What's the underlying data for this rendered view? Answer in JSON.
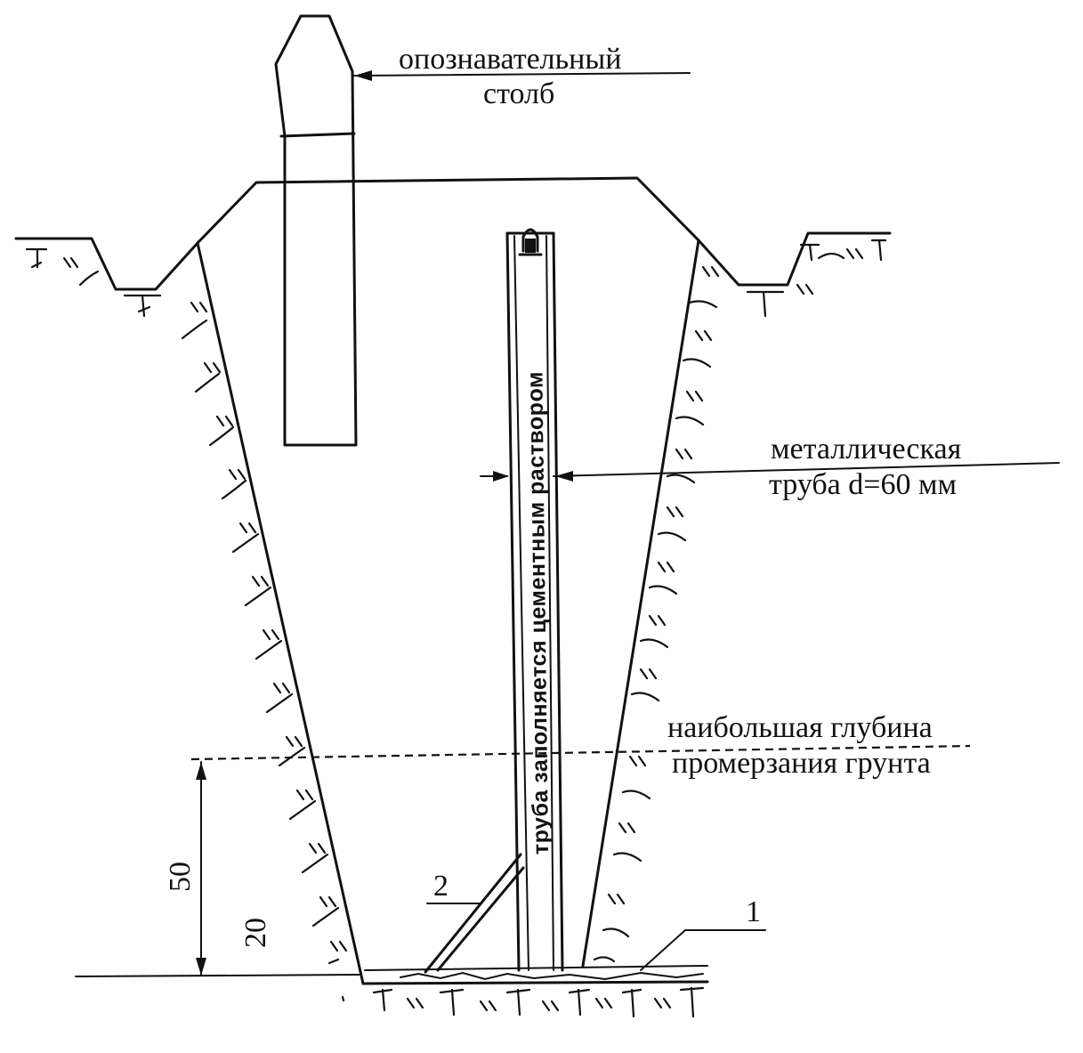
{
  "labels": {
    "marker_post": [
      "опознавательный",
      "столб"
    ],
    "metal_pipe": [
      "металлическая",
      "труба d=60 мм"
    ],
    "frost_depth": [
      "наибольшая глубина",
      "промерзания грунта"
    ],
    "pipe_text": "труба заполняется цементным раствором",
    "callout_1": "1",
    "callout_2": "2",
    "dim_50": "50",
    "dim_20": "20"
  }
}
